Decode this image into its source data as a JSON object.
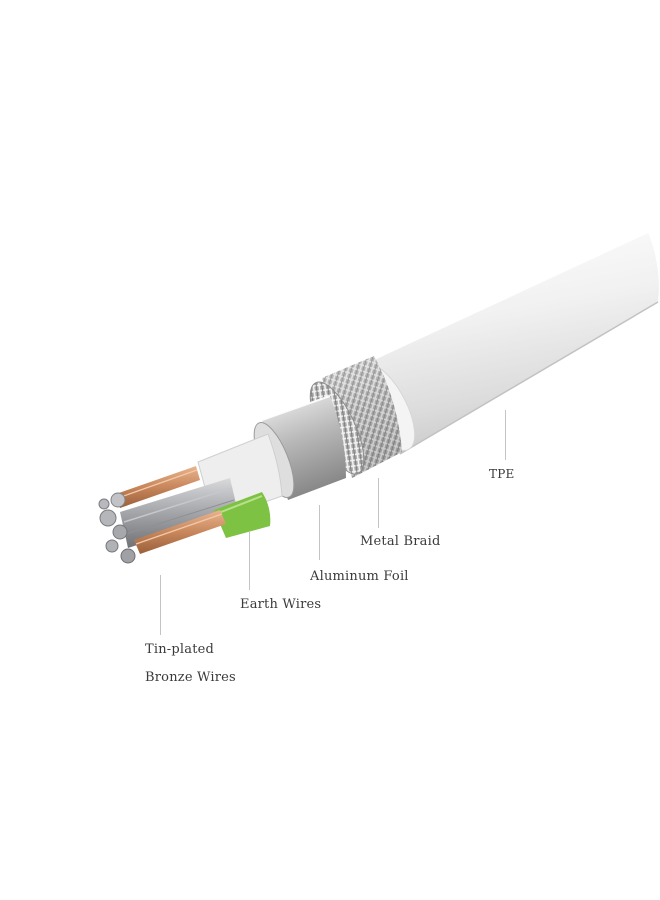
{
  "labels": {
    "tpe": "TPE",
    "metal_braid": "Metal Braid",
    "aluminum_foil": "Aluminum Foil",
    "earth_wires": "Earth Wires",
    "bronze_line1": "Tin-plated",
    "bronze_line2": "Bronze Wires"
  },
  "colors": {
    "jacket": "#eeeeee",
    "braid": "#b9b9b9",
    "foil": "#d4d4d4",
    "copper": "#c8875c",
    "earth_green": "#7dc242",
    "strand_grey": "#9c9ea2"
  }
}
